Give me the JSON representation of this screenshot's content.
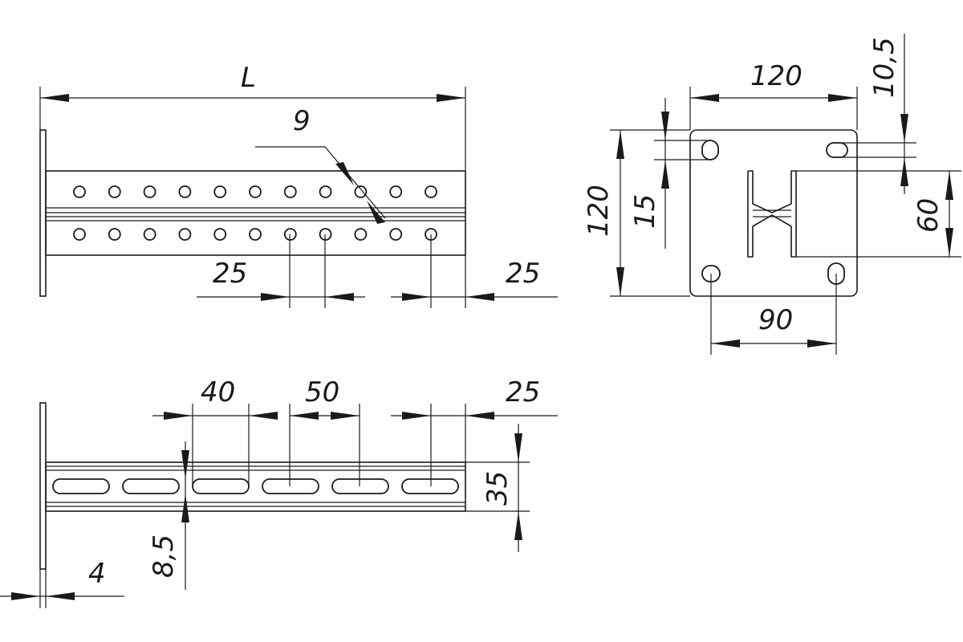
{
  "drawing": {
    "title": "Wall bracket technical drawing",
    "front_view": {
      "length_label": "L",
      "hole_diameter": "9",
      "hole_spacing": "25",
      "end_offset": "25",
      "holes_per_row": 11
    },
    "end_view": {
      "plate_width": "120",
      "plate_height": "120",
      "slot_width": "10,5",
      "slot_spacing_vertical": "15",
      "profile_height": "60",
      "hole_spacing_horizontal": "90"
    },
    "top_view": {
      "slot_length": "40",
      "slot_pitch": "50",
      "end_offset": "25",
      "profile_width": "35",
      "slot_width": "8,5",
      "plate_thickness": "4",
      "slot_count": 6
    }
  }
}
